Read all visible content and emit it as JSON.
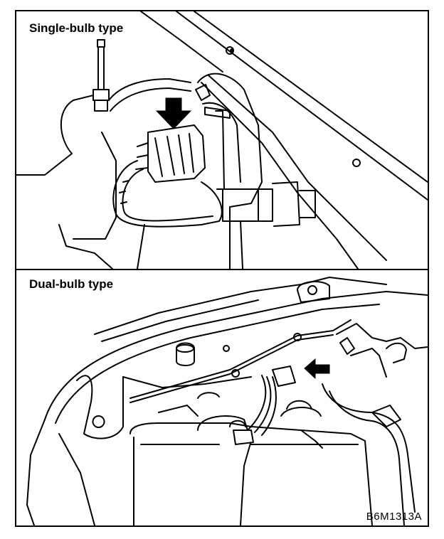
{
  "figure": {
    "panels": [
      {
        "label": "Single-bulb type",
        "arrow_icon": "down-arrow-icon"
      },
      {
        "label": "Dual-bulb type",
        "arrow_icon": "left-arrow-icon"
      }
    ],
    "figure_code": "B6M1313A",
    "colors": {
      "line": "#000000",
      "background": "#ffffff"
    }
  }
}
